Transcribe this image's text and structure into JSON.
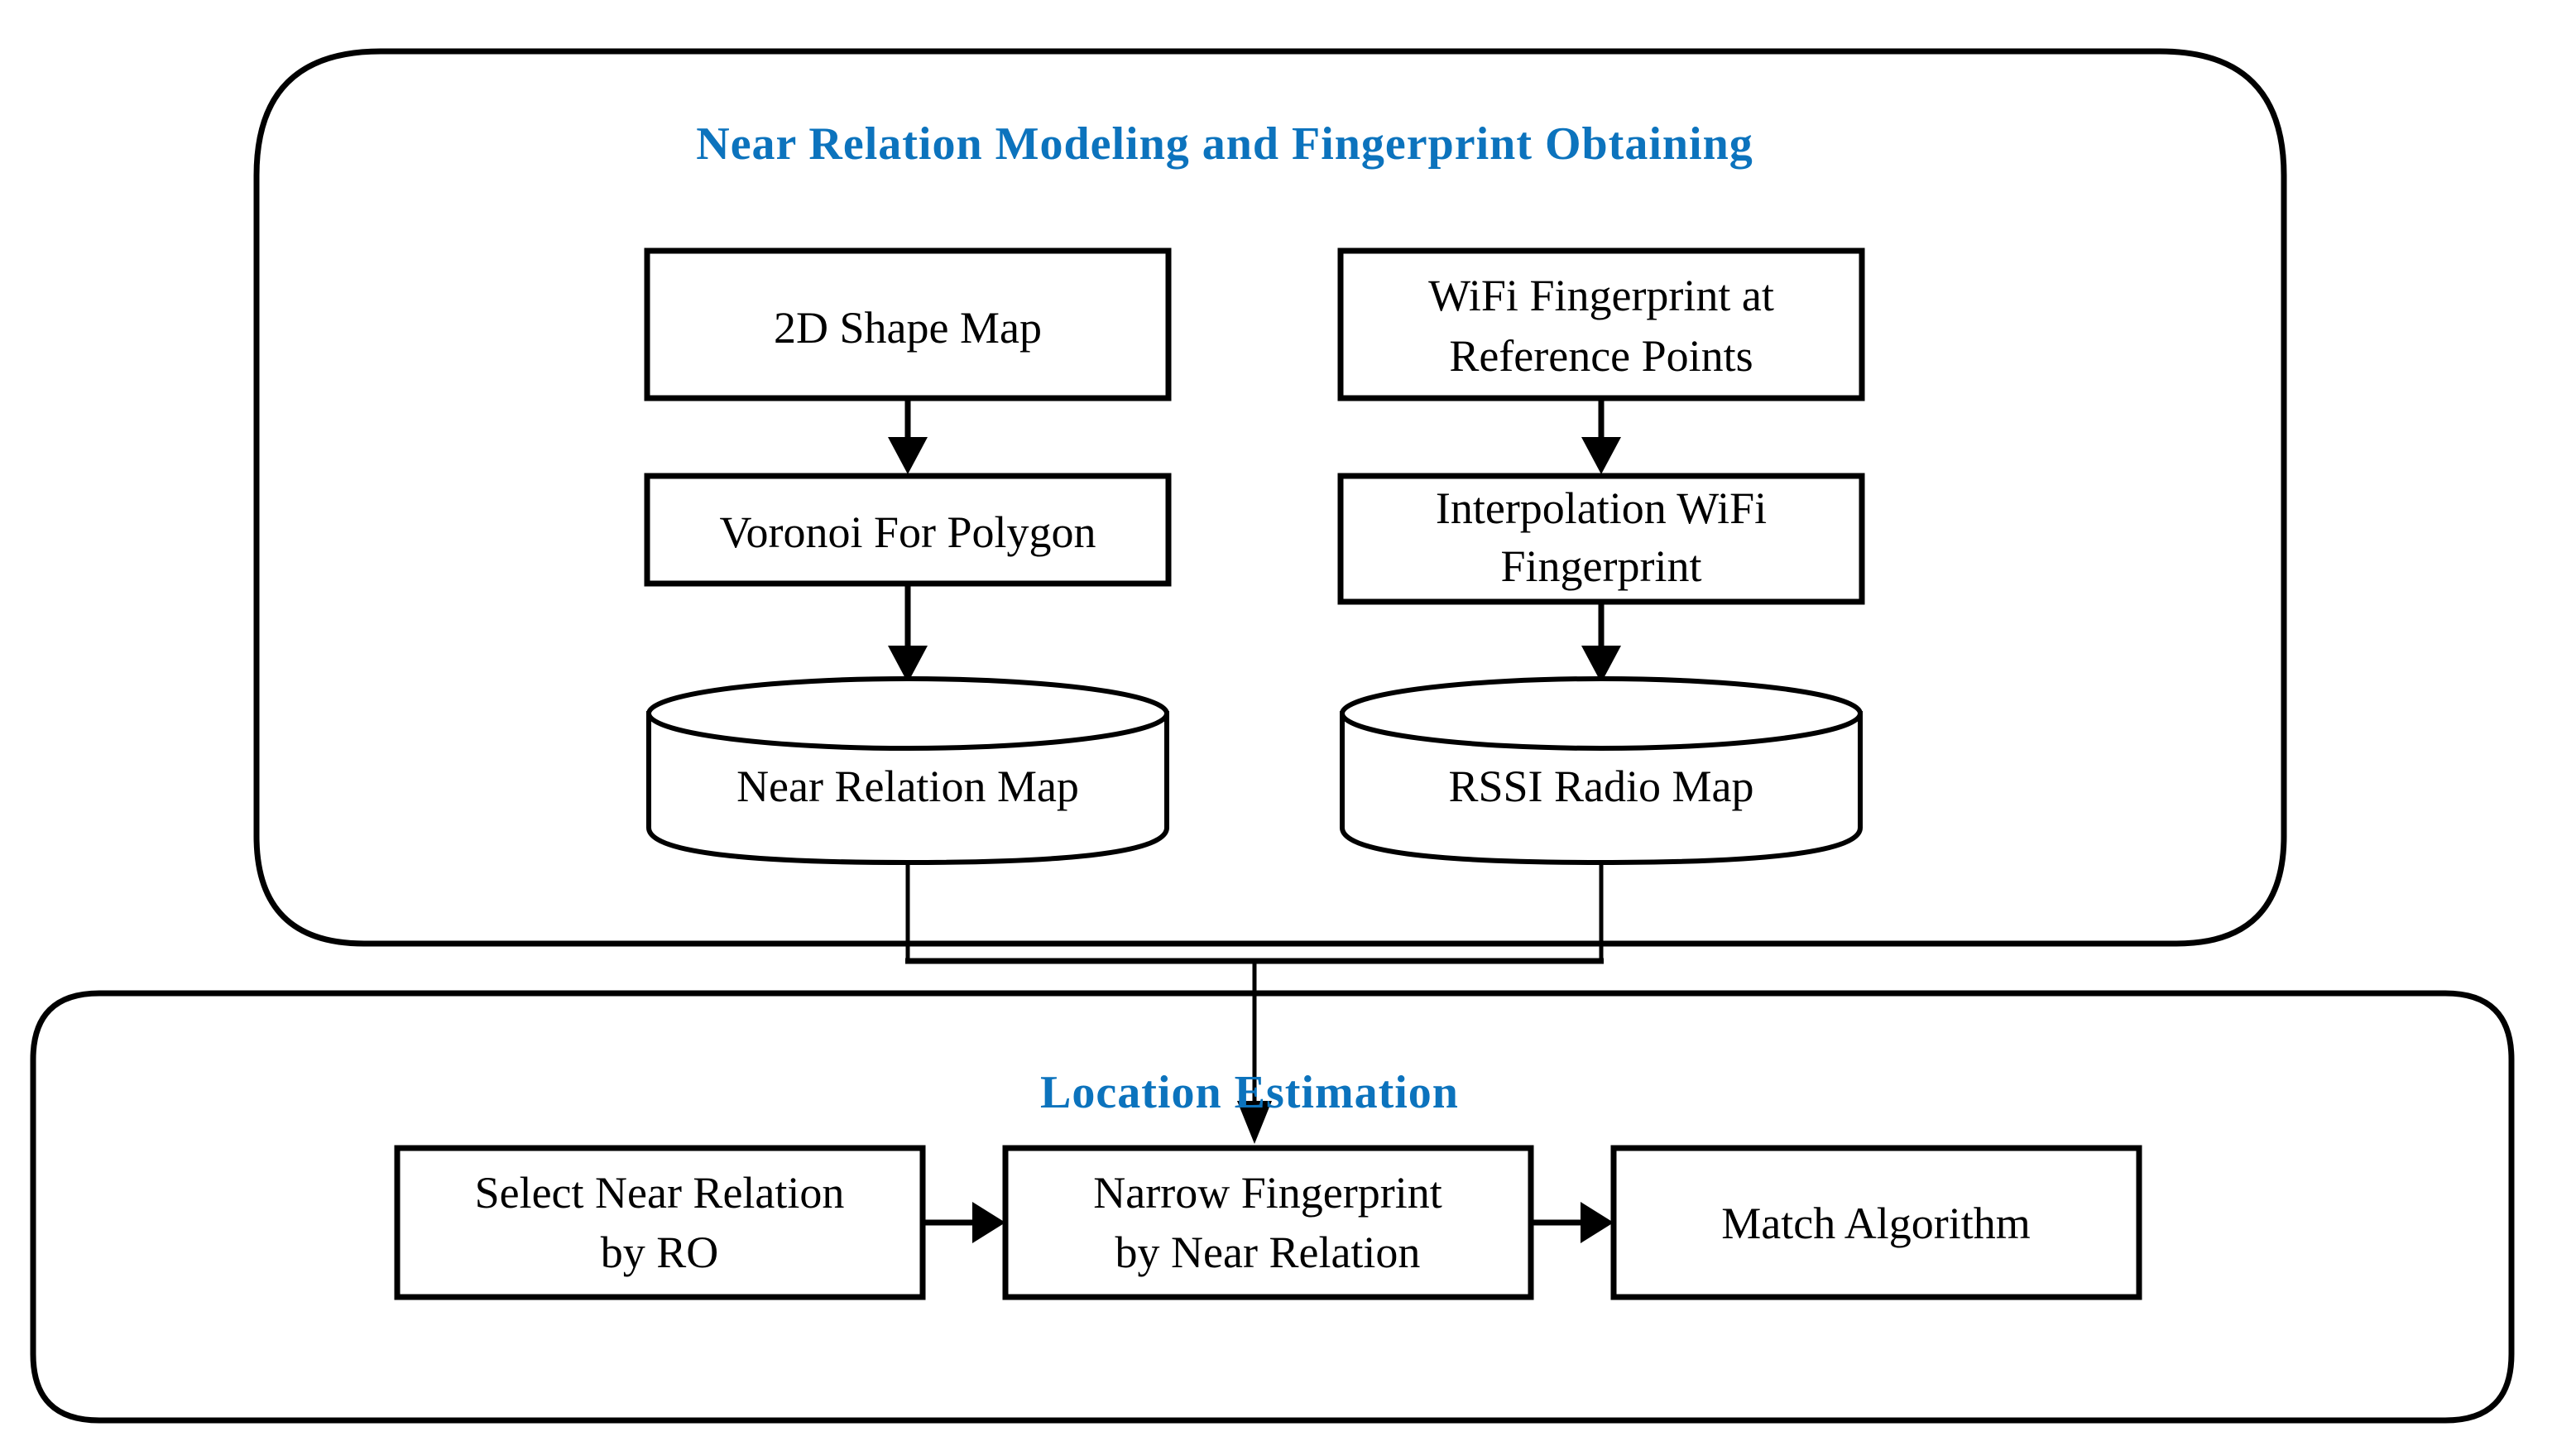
{
  "diagram": {
    "title": "Near Relation Modeling and Fingerprint Obtaining / Location Estimation flowchart",
    "accent_color": "#0C73BD",
    "line_color": "#000000",
    "background_color": "#FFFFFF",
    "sections": {
      "top": {
        "heading": "Near Relation Modeling and  Fingerprint  Obtaining"
      },
      "bottom": {
        "heading": "Location  Estimation"
      }
    },
    "nodes": {
      "shape_map": {
        "label": "2D Shape Map",
        "type": "process"
      },
      "voronoi": {
        "label": "Voronoi For Polygon",
        "type": "process"
      },
      "near_relation_map": {
        "label": "Near Relation  Map",
        "type": "datastore"
      },
      "wifi_fingerprint_line1": {
        "label": "WiFi Fingerprint  at",
        "type": "process"
      },
      "wifi_fingerprint_line2": {
        "label": "Reference  Points",
        "type": "process"
      },
      "interpolation_line1": {
        "label": "Interpolation  WiFi",
        "type": "process"
      },
      "interpolation_line2": {
        "label": "Fingerprint",
        "type": "process"
      },
      "rssi_radio_map": {
        "label": "RSSI Radio  Map",
        "type": "datastore"
      },
      "select_near_relation_line1": {
        "label": "Select Near Relation",
        "type": "process"
      },
      "select_near_relation_line2": {
        "label": "by RO",
        "type": "process"
      },
      "narrow_fingerprint_line1": {
        "label": "Narrow Fingerprint",
        "type": "process"
      },
      "narrow_fingerprint_line2": {
        "label": "by Near Relation",
        "type": "process"
      },
      "match_algorithm": {
        "label": "Match Algorithm",
        "type": "process"
      }
    }
  }
}
